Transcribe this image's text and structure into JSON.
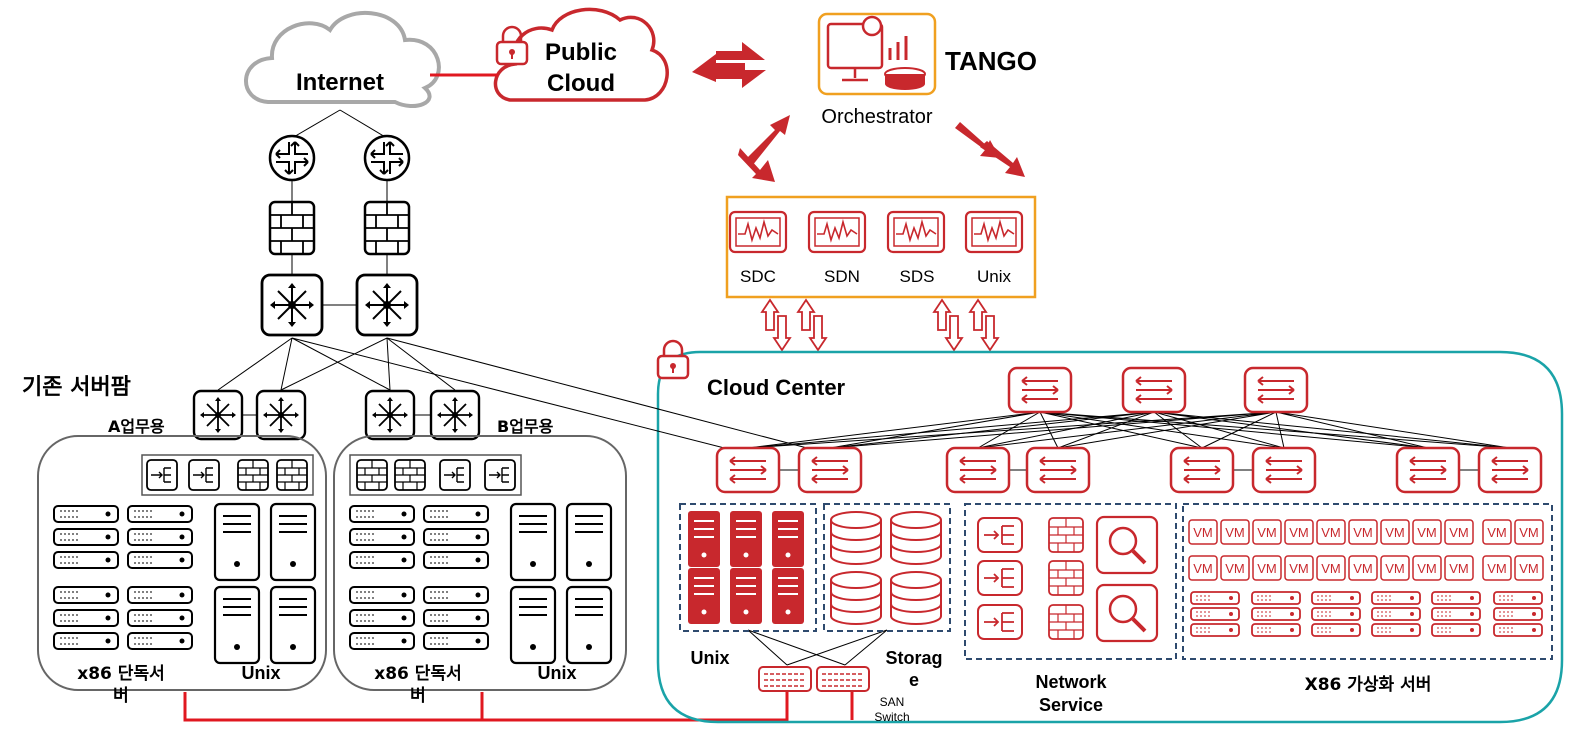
{
  "internet": "Internet",
  "public_cloud": {
    "line1": "Public",
    "line2": "Cloud"
  },
  "tango": {
    "name": "TANGO",
    "subtitle": "Orchestrator"
  },
  "sd_modules": [
    "SDC",
    "SDN",
    "SDS",
    "Unix"
  ],
  "legacy": {
    "title": "기존 서버팜",
    "group_a": "A업무용",
    "group_b": "B업무용",
    "x86_line1": "x86 단독서",
    "x86_line2": "버",
    "unix": "Unix"
  },
  "cloud_center": {
    "title": "Cloud Center",
    "unix": "Unix",
    "storage_line1": "Storag",
    "storage_line2": "e",
    "san_line1": "SAN",
    "san_line2": "Switch",
    "network_line1": "Network",
    "network_line2": "Service",
    "x86_virtual": "X86 가상화 서버",
    "vm_label": "VM"
  },
  "colors": {
    "accent_red": "#c8282d",
    "cloud_border": "#1aa3a8",
    "orchestrator_border": "#f0a020",
    "dashed_blue": "#2e4a6e"
  }
}
